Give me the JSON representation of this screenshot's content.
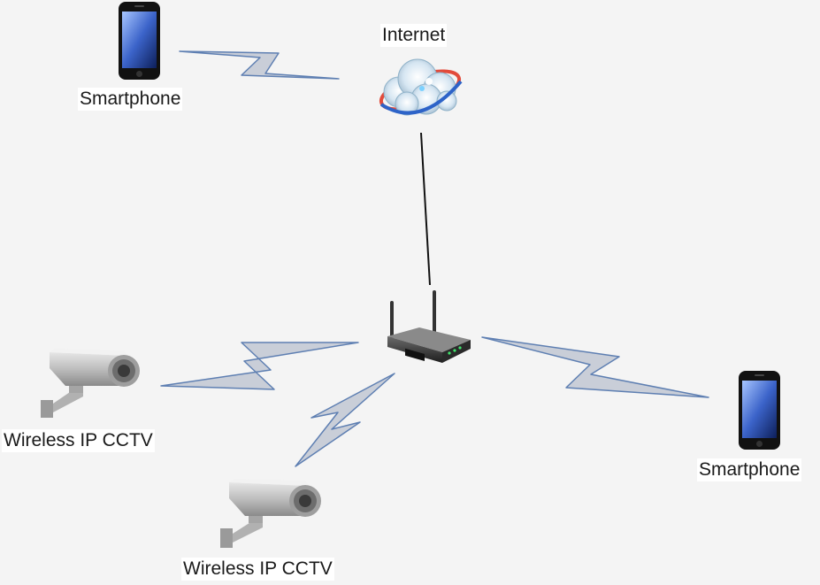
{
  "nodes": {
    "smartphone_top": {
      "label": "Smartphone",
      "icon": "smartphone-icon"
    },
    "internet": {
      "label": "Internet",
      "icon": "internet-cloud-icon"
    },
    "router": {
      "label": "",
      "icon": "wireless-router-icon"
    },
    "cctv_left": {
      "label": "Wireless IP CCTV",
      "icon": "cctv-camera-icon"
    },
    "cctv_bottom": {
      "label": "Wireless IP CCTV",
      "icon": "cctv-camera-icon"
    },
    "smartphone_right": {
      "label": "Smartphone",
      "icon": "smartphone-icon"
    }
  },
  "links": [
    {
      "from": "smartphone_top",
      "to": "internet",
      "type": "wireless"
    },
    {
      "from": "internet",
      "to": "router",
      "type": "wired"
    },
    {
      "from": "router",
      "to": "cctv_left",
      "type": "wireless"
    },
    {
      "from": "router",
      "to": "cctv_bottom",
      "type": "wireless"
    },
    {
      "from": "router",
      "to": "smartphone_right",
      "type": "wireless"
    }
  ],
  "colors": {
    "wireless_fill": "#c9ced8",
    "wireless_stroke": "#5e7fb2",
    "wired": "#111111",
    "background": "#f4f4f4"
  }
}
